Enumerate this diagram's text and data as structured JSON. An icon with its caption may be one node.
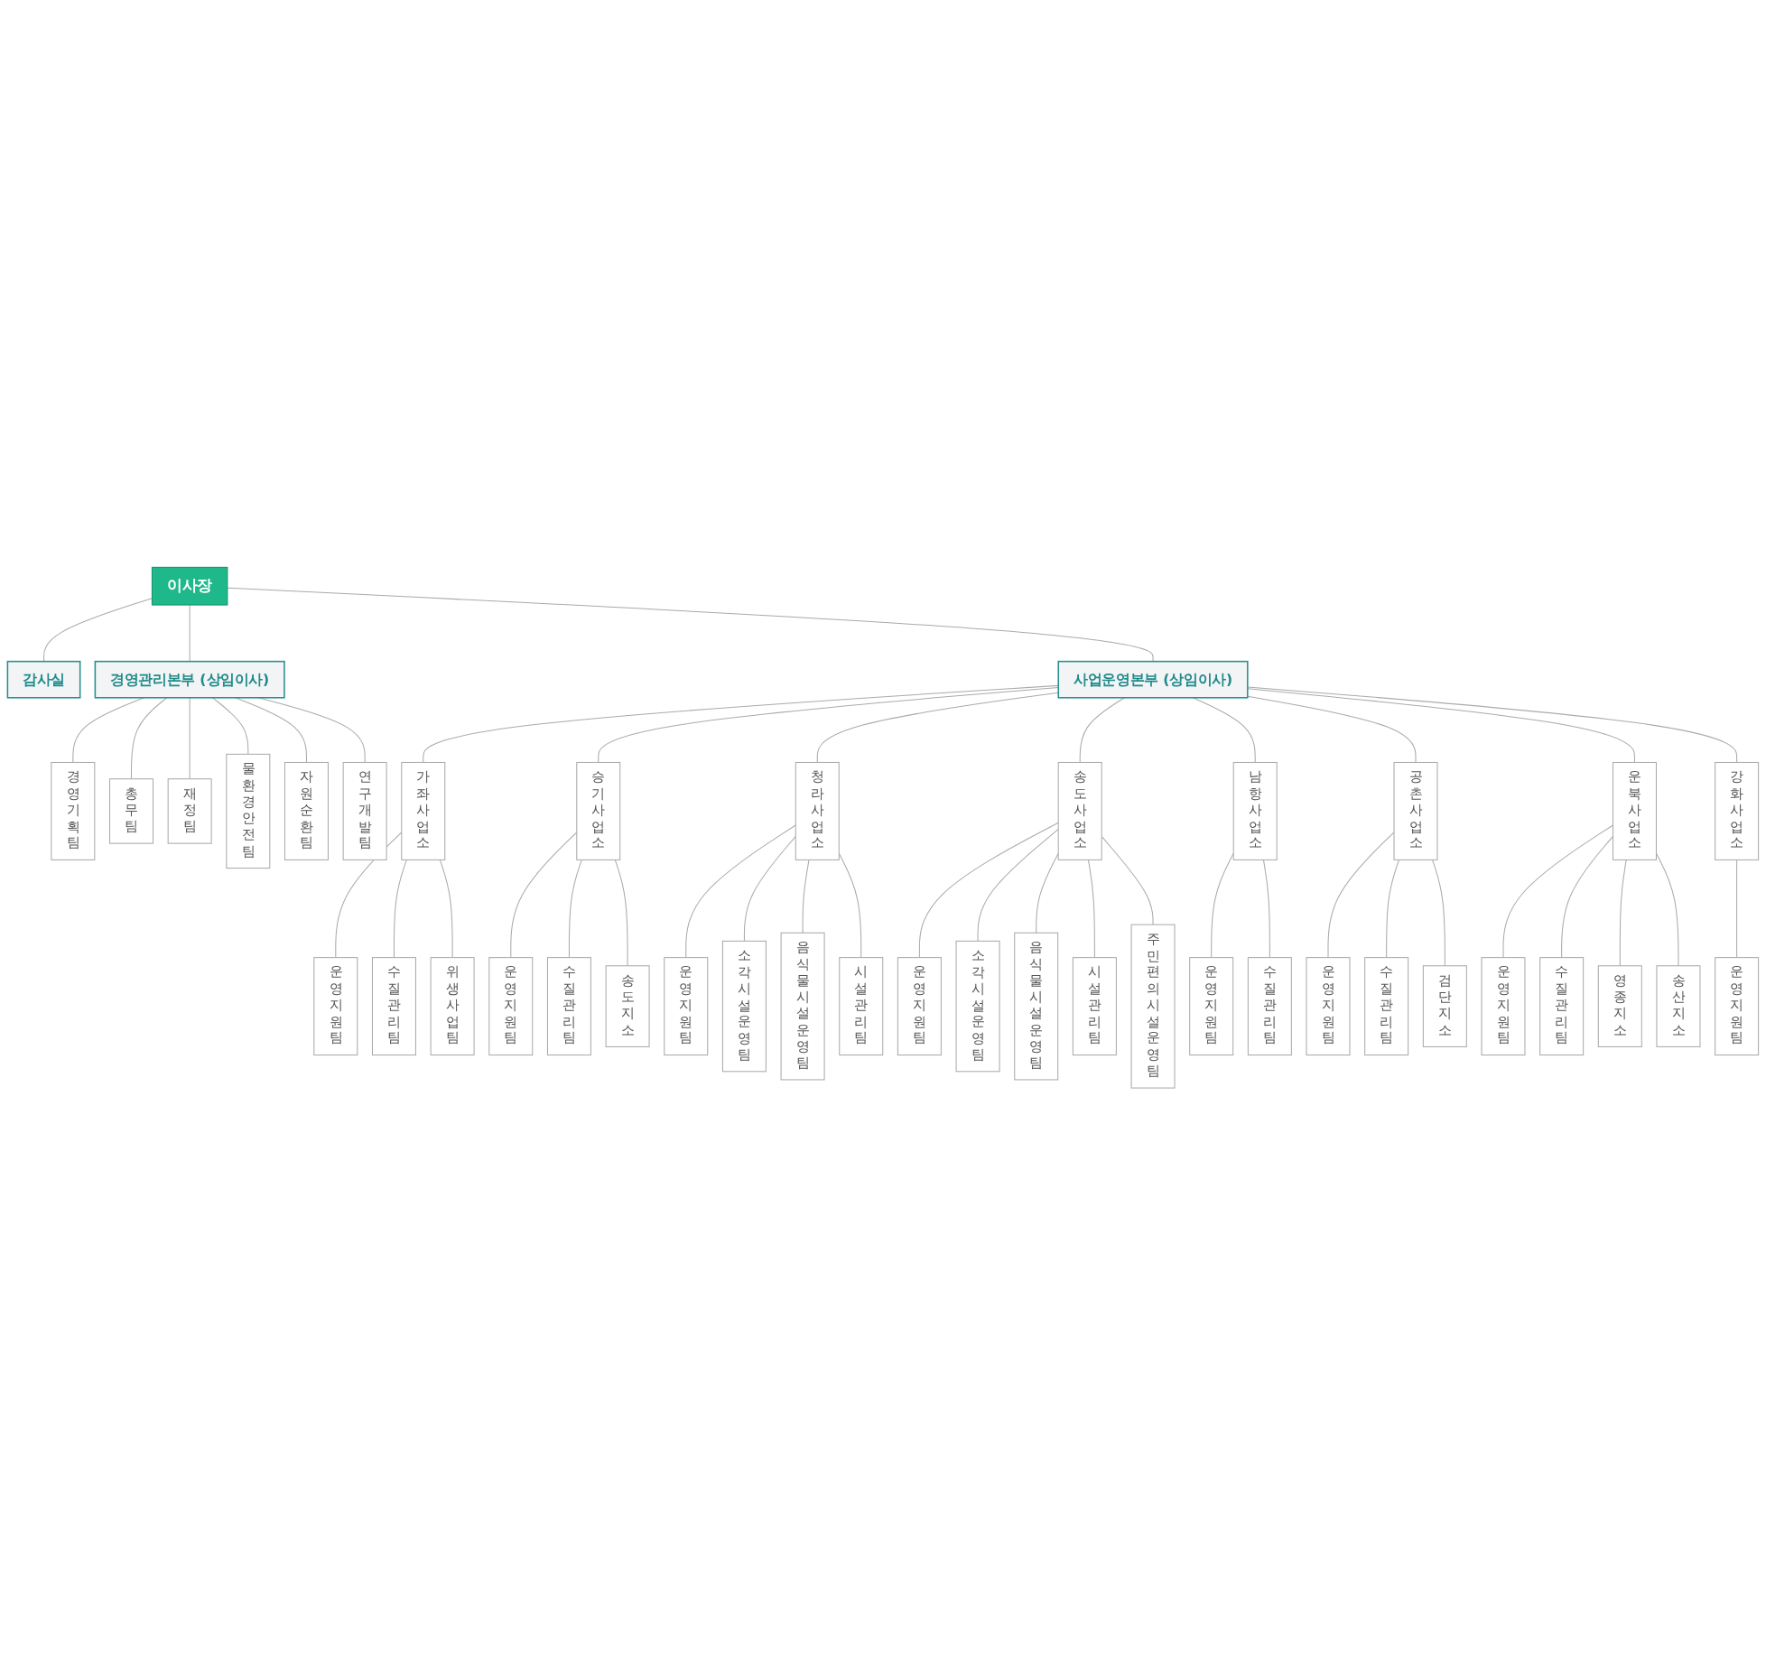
{
  "diagram": {
    "nodes": [
      {
        "text": [
          "이사장"
        ]
      },
      {
        "text": [
          "감사실"
        ]
      },
      {
        "text": [
          "경영관리본부 (상임이사)"
        ]
      },
      {
        "text": [
          "사업운영본부 (상임이사)"
        ]
      },
      {
        "text": [
          "경영기획팀"
        ]
      },
      {
        "text": [
          "총무팀"
        ]
      },
      {
        "text": [
          "재정팀"
        ]
      },
      {
        "text": [
          "물환경안전팀"
        ]
      },
      {
        "text": [
          "자원순환팀"
        ]
      },
      {
        "text": [
          "연구개발팀"
        ]
      },
      {
        "text": [
          "가좌사업소"
        ]
      },
      {
        "text": [
          "승기사업소"
        ]
      },
      {
        "text": [
          "청라사업소"
        ]
      },
      {
        "text": [
          "송도사업소"
        ]
      },
      {
        "text": [
          "남항사업소"
        ]
      },
      {
        "text": [
          "공촌사업소"
        ]
      },
      {
        "text": [
          "운북사업소"
        ]
      },
      {
        "text": [
          "강화사업소"
        ]
      },
      {
        "text": [
          "운영지원팀"
        ]
      },
      {
        "text": [
          "수질관리팀"
        ]
      },
      {
        "text": [
          "위생사업팀"
        ]
      },
      {
        "text": [
          "운영지원팀"
        ]
      },
      {
        "text": [
          "수질관리팀"
        ]
      },
      {
        "text": [
          "송도지소"
        ]
      },
      {
        "text": [
          "운영지원팀"
        ]
      },
      {
        "text": [
          "소각시설운영팀"
        ]
      },
      {
        "text": [
          "음식물시설운영팀"
        ]
      },
      {
        "text": [
          "시설관리팀"
        ]
      },
      {
        "text": [
          "운영지원팀"
        ]
      },
      {
        "text": [
          "소각시설운영팀"
        ]
      },
      {
        "text": [
          "음식물시설운영팀"
        ]
      },
      {
        "text": [
          "시설관리팀"
        ]
      },
      {
        "text": [
          "주민편의시설운영팀"
        ]
      },
      {
        "text": [
          "운영지원팀"
        ]
      },
      {
        "text": [
          "수질관리팀"
        ]
      },
      {
        "text": [
          "운영지원팀"
        ]
      },
      {
        "text": [
          "운영지원팀"
        ]
      },
      {
        "text": [
          "수질관리팀"
        ]
      },
      {
        "text": [
          "검단지소"
        ]
      },
      {
        "text": [
          "운영지원팀"
        ]
      },
      {
        "text": [
          "수질관리팀"
        ]
      },
      {
        "text": [
          "영종지소"
        ]
      },
      {
        "text": [
          "송산지소"
        ]
      }
    ],
    "edges": [
      {
        "from": 0,
        "to": 1,
        "arrow": "none"
      },
      {
        "from": 0,
        "to": 2,
        "arrow": "none"
      },
      {
        "from": 0,
        "to": 3,
        "arrow": "none"
      },
      {
        "from": 2,
        "to": 4,
        "arrow": "none"
      },
      {
        "from": 2,
        "to": 5,
        "arrow": "none"
      },
      {
        "from": 2,
        "to": 6,
        "arrow": "none"
      },
      {
        "from": 2,
        "to": 7,
        "arrow": "none"
      },
      {
        "from": 2,
        "to": 8,
        "arrow": "none"
      },
      {
        "from": 2,
        "to": 9,
        "arrow": "none"
      },
      {
        "from": 3,
        "to": 10,
        "arrow": "none"
      },
      {
        "from": 3,
        "to": 11,
        "arrow": "none"
      },
      {
        "from": 3,
        "to": 12,
        "arrow": "none"
      },
      {
        "from": 3,
        "to": 13,
        "arrow": "none"
      },
      {
        "from": 3,
        "to": 14,
        "arrow": "none"
      },
      {
        "from": 3,
        "to": 15,
        "arrow": "none"
      },
      {
        "from": 3,
        "to": 16,
        "arrow": "none"
      },
      {
        "from": 3,
        "to": 17,
        "arrow": "none"
      },
      {
        "from": 10,
        "to": 18,
        "arrow": "none"
      },
      {
        "from": 10,
        "to": 19,
        "arrow": "none"
      },
      {
        "from": 10,
        "to": 20,
        "arrow": "none"
      },
      {
        "from": 11,
        "to": 21,
        "arrow": "none"
      },
      {
        "from": 11,
        "to": 22,
        "arrow": "none"
      },
      {
        "from": 11,
        "to": 23,
        "arrow": "none"
      },
      {
        "from": 12,
        "to": 24,
        "arrow": "none"
      },
      {
        "from": 12,
        "to": 25,
        "arrow": "none"
      },
      {
        "from": 12,
        "to": 26,
        "arrow": "none"
      },
      {
        "from": 12,
        "to": 27,
        "arrow": "none"
      },
      {
        "from": 13,
        "to": 28,
        "arrow": "none"
      },
      {
        "from": 13,
        "to": 29,
        "arrow": "none"
      },
      {
        "from": 13,
        "to": 30,
        "arrow": "none"
      },
      {
        "from": 13,
        "to": 31,
        "arrow": "none"
      },
      {
        "from": 13,
        "to": 32,
        "arrow": "none"
      },
      {
        "from": 14,
        "to": 33,
        "arrow": "none"
      },
      {
        "from": 14,
        "to": 34,
        "arrow": "none"
      },
      {
        "from": 17,
        "to": 35,
        "arrow": "none"
      },
      {
        "from": 15,
        "to": 36,
        "arrow": "none"
      },
      {
        "from": 15,
        "to": 37,
        "arrow": "none"
      },
      {
        "from": 15,
        "to": 38,
        "arrow": "none"
      },
      {
        "from": 16,
        "to": 39,
        "arrow": "none"
      },
      {
        "from": 16,
        "to": 40,
        "arrow": "none"
      },
      {
        "from": 16,
        "to": 41,
        "arrow": "none"
      },
      {
        "from": 16,
        "to": 42,
        "arrow": "none"
      }
    ]
  }
}
